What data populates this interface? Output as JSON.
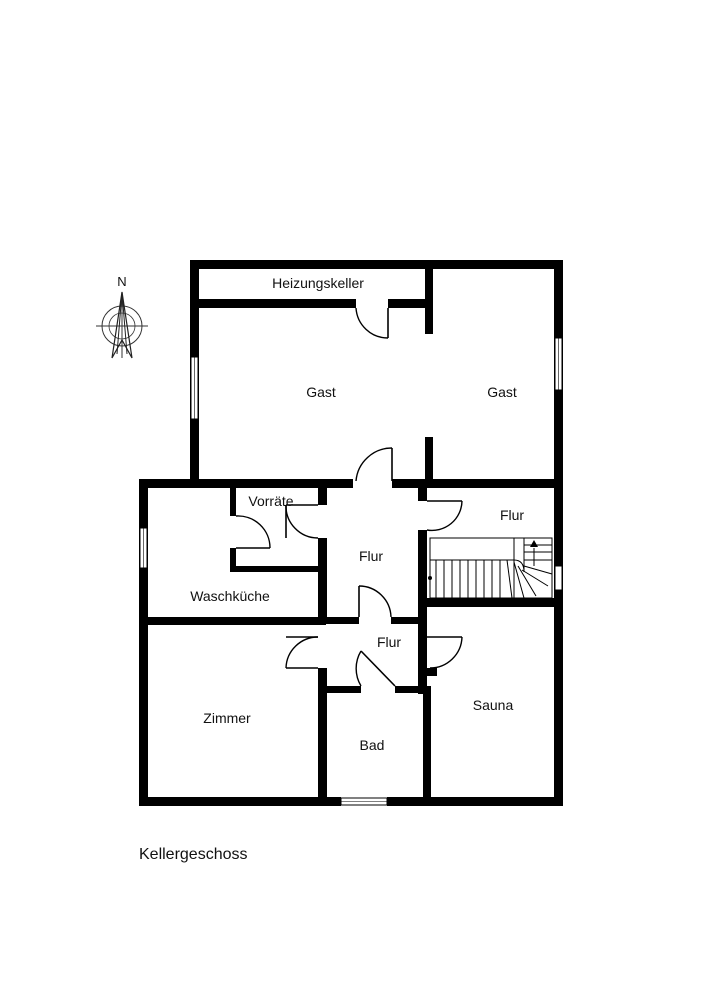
{
  "floor_title": "Kellergeschoss",
  "compass": {
    "label": "N"
  },
  "rooms": {
    "heizungskeller": "Heizungskeller",
    "gast_left": "Gast",
    "gast_right": "Gast",
    "vorraete": "Vorräte",
    "flur_center": "Flur",
    "flur_right": "Flur",
    "waschkueche": "Waschküche",
    "flur_lower": "Flur",
    "zimmer": "Zimmer",
    "bad": "Bad",
    "sauna": "Sauna"
  }
}
